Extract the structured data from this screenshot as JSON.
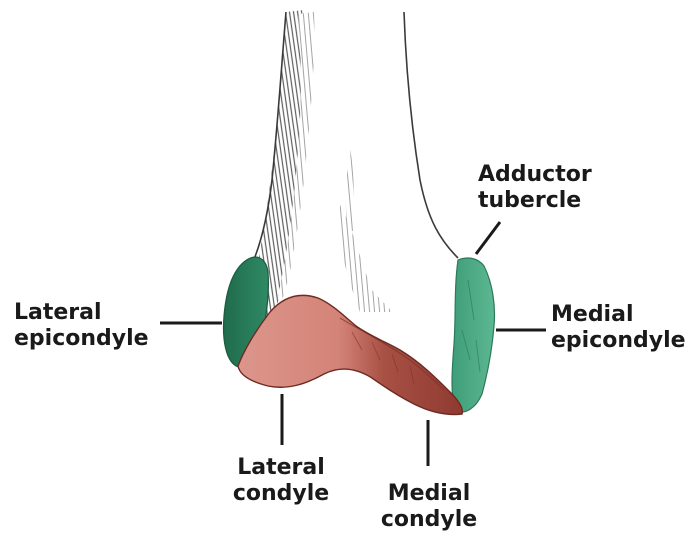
{
  "labels": {
    "lateral_epicondyle": {
      "line1": "Lateral",
      "line2": "epicondyle"
    },
    "medial_epicondyle": {
      "line1": "Medial",
      "line2": "epicondyle"
    },
    "adductor_tubercle": {
      "line1": "Adductor",
      "line2": "tubercle"
    },
    "lateral_condyle": {
      "line1": "Lateral",
      "line2": "condyle"
    },
    "medial_condyle": {
      "line1": "Medial",
      "line2": "condyle"
    }
  },
  "colors": {
    "epicondyle_green": "#3f9d79",
    "epicondyle_green_dark": "#1f6b4c",
    "condyle_pink": "#d98f84",
    "condyle_red": "#a4473d",
    "bone_outline": "#3a3a3a",
    "bone_hatch": "#6e6e6e",
    "leader_line": "#1a1a1a"
  }
}
